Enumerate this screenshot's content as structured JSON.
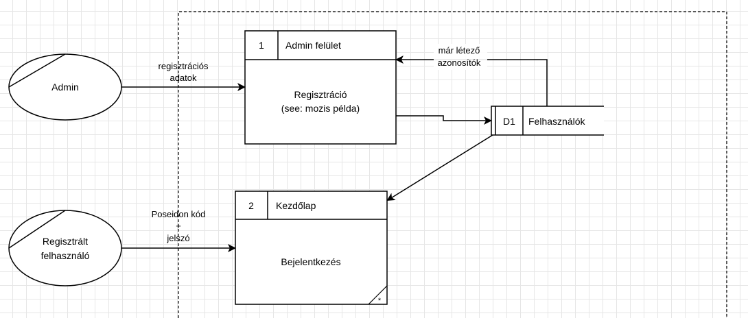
{
  "entities": {
    "admin": {
      "label": "Admin"
    },
    "registered_user": {
      "line1": "Regisztrált",
      "line2": "felhasználó"
    }
  },
  "processes": {
    "p1": {
      "number": "1",
      "location": "Admin felület",
      "name_line1": "Regisztráció",
      "name_line2": "(see: mozis példa)"
    },
    "p2": {
      "number": "2",
      "location": "Kezdőlap",
      "name": "Bejelentkezés",
      "marker": "*"
    }
  },
  "datastore": {
    "id": "D1",
    "name": "Felhasználók"
  },
  "flows": {
    "admin_to_reg": {
      "line1": "regisztrációs",
      "line2": "adatok"
    },
    "ds_to_reg": {
      "line1": "már létező",
      "line2": "azonosítók"
    },
    "user_to_login": {
      "line1": "Poseidon kód",
      "line2": "+",
      "line3": "jelszó"
    }
  }
}
